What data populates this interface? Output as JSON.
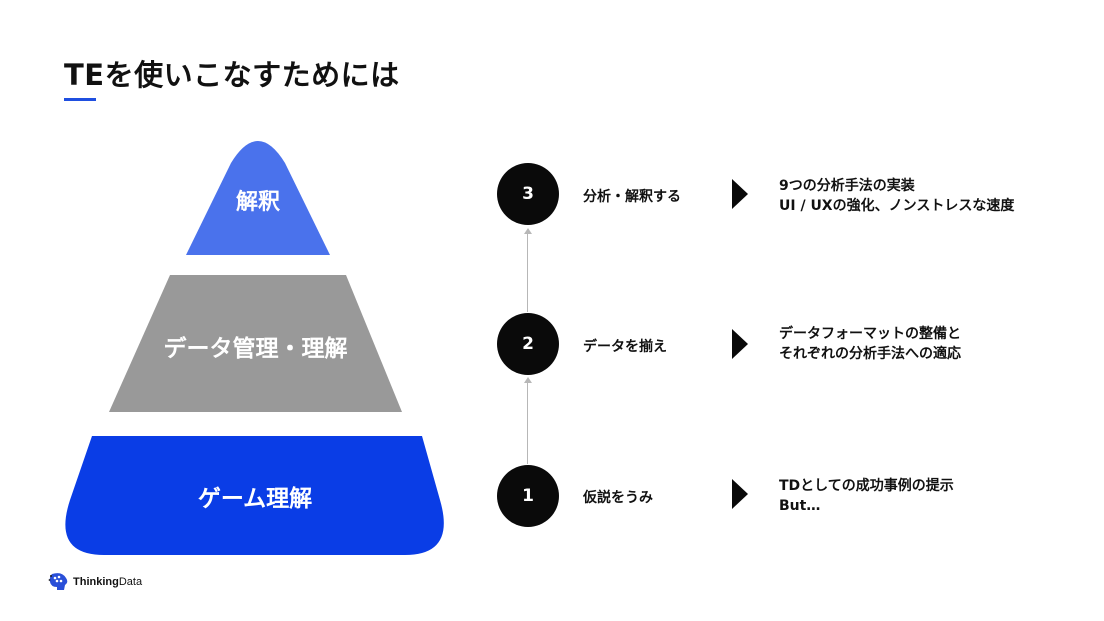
{
  "title": "TEを使いこなすためには",
  "colors": {
    "accent": "#1f4fe0",
    "layer_top": "#4a72ec",
    "layer_middle": "#999999",
    "layer_bottom": "#0a3de6",
    "circle": "#0a0a0a"
  },
  "pyramid": [
    {
      "label": "解釈"
    },
    {
      "label": "データ管理・理解"
    },
    {
      "label": "ゲーム理解"
    }
  ],
  "steps": [
    {
      "number": "3",
      "label": "分析・解釈する",
      "desc": [
        "9つの分析手法の実装",
        "UI / UXの強化、ノンストレスな速度"
      ]
    },
    {
      "number": "2",
      "label": "データを揃え",
      "desc": [
        "データフォーマットの整備と",
        "それぞれの分析手法への適応"
      ]
    },
    {
      "number": "1",
      "label": "仮説をうみ",
      "desc": [
        "TDとしての成功事例の提示",
        "But…"
      ]
    }
  ],
  "logo": {
    "icon": "thinkingdata-head-icon",
    "text_bold": "Thinking",
    "text_regular": "Data"
  }
}
